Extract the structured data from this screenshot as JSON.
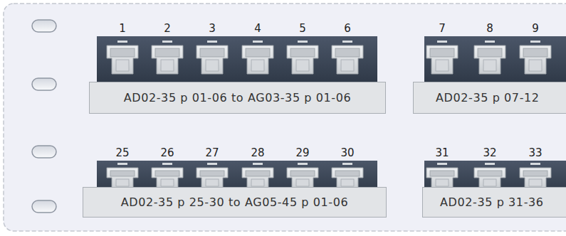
{
  "diagram": {
    "nodes": [
      {
        "text": [
          "AD02-35 p 01-06 to AG03-35 p 01-06"
        ]
      },
      {
        "text": [
          "AD02-35 p 07-12"
        ]
      },
      {
        "text": [
          "AD02-35 p 25-30 to AG05-45 p 01-06"
        ]
      },
      {
        "text": [
          "AD02-35 p 31-36"
        ]
      }
    ],
    "labels": [
      "1",
      "2",
      "3",
      "4",
      "5",
      "6",
      "7",
      "8",
      "9",
      "25",
      "26",
      "27",
      "28",
      "29",
      "30",
      "31",
      "32",
      "33"
    ]
  }
}
